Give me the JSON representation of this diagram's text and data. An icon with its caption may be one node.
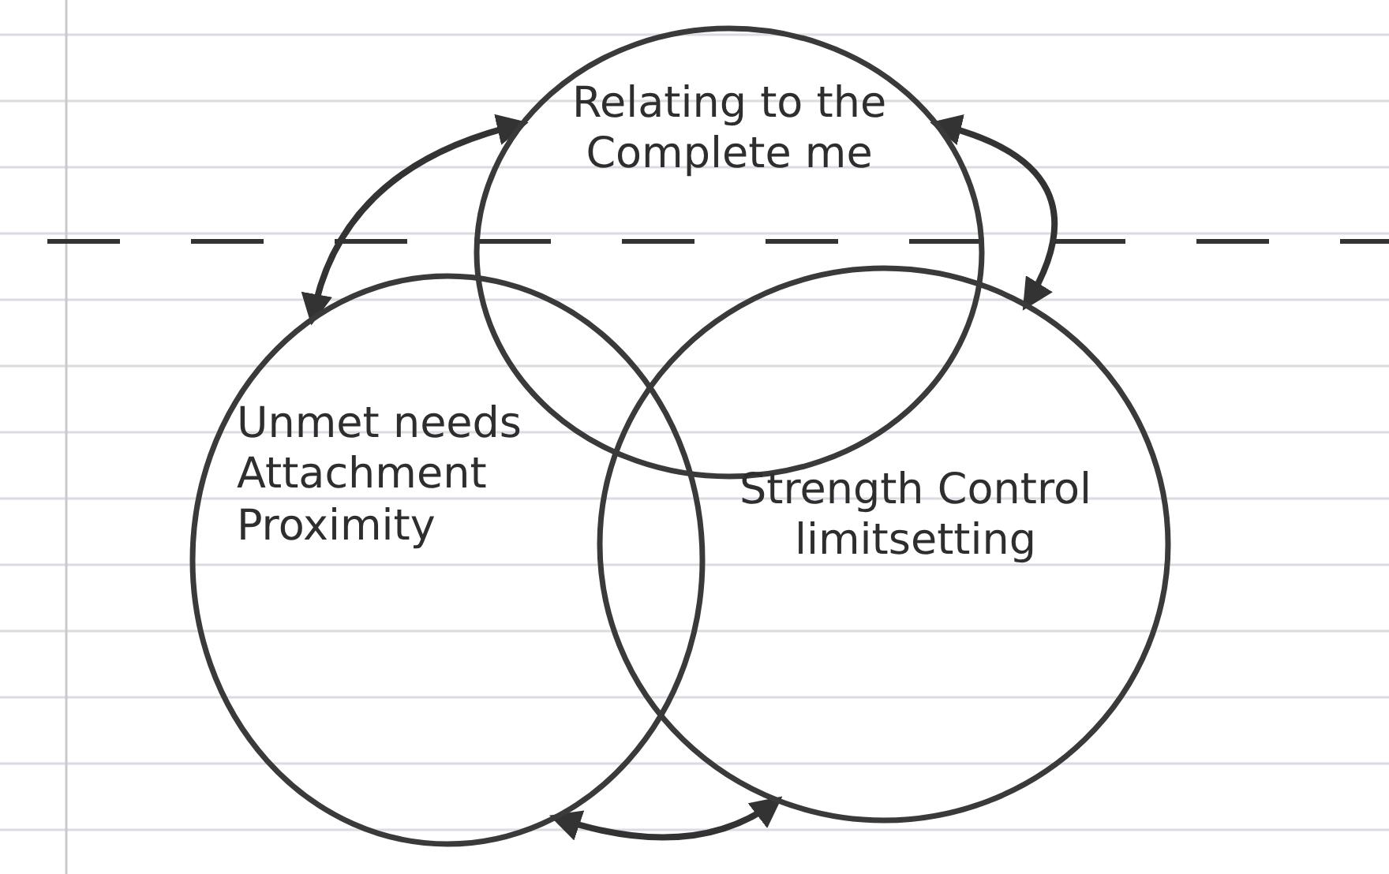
{
  "diagram": {
    "nodes": [
      {
        "text": [
          "Relating to the Complete me"
        ]
      },
      {
        "text": [
          "Unmet needs Attachment Proximity"
        ]
      },
      {
        "text": [
          "Strength Control limitsetting"
        ]
      }
    ],
    "edges": [
      {
        "from": 0,
        "to": 1,
        "arrow": "both"
      },
      {
        "from": 0,
        "to": 2,
        "arrow": "both"
      },
      {
        "from": 1,
        "to": 2,
        "arrow": "both"
      }
    ]
  }
}
